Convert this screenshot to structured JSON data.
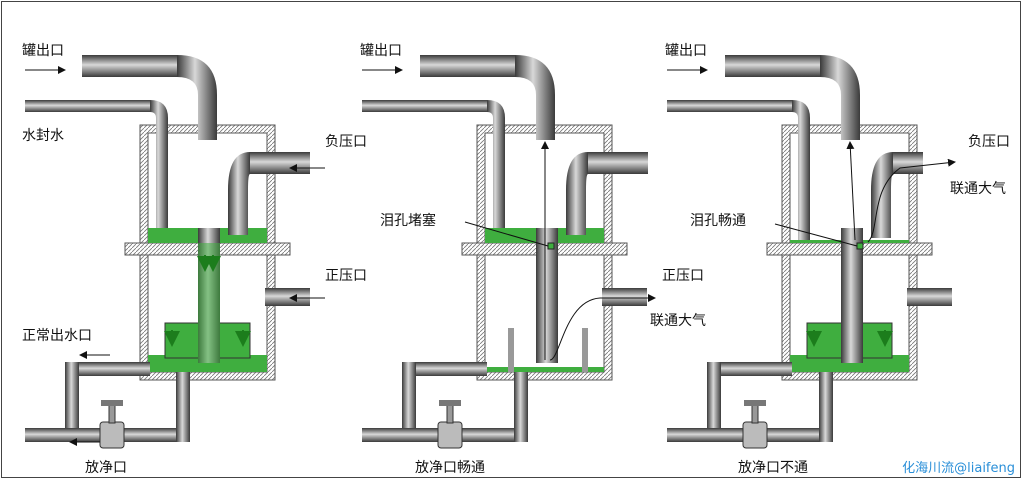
{
  "labels": {
    "tank_outlet": "罐出口",
    "water_seal": "水封水",
    "negative_pressure_port": "负压口",
    "positive_pressure_port": "正压口",
    "normal_water_outlet": "正常出水口",
    "drain_port": "放净口",
    "weep_hole_blocked": "泪孔堵塞",
    "weep_hole_clear": "泪孔畅通",
    "vent_to_atmosphere": "联通大气",
    "drain_port_clear": "放净口畅通",
    "drain_port_blocked": "放净口不通"
  },
  "watermark": "化海川流@liaifeng",
  "colors": {
    "water": "#3fae3f",
    "pipe_dark": "#4a4a4a",
    "pipe_light": "#d0d0d0"
  }
}
